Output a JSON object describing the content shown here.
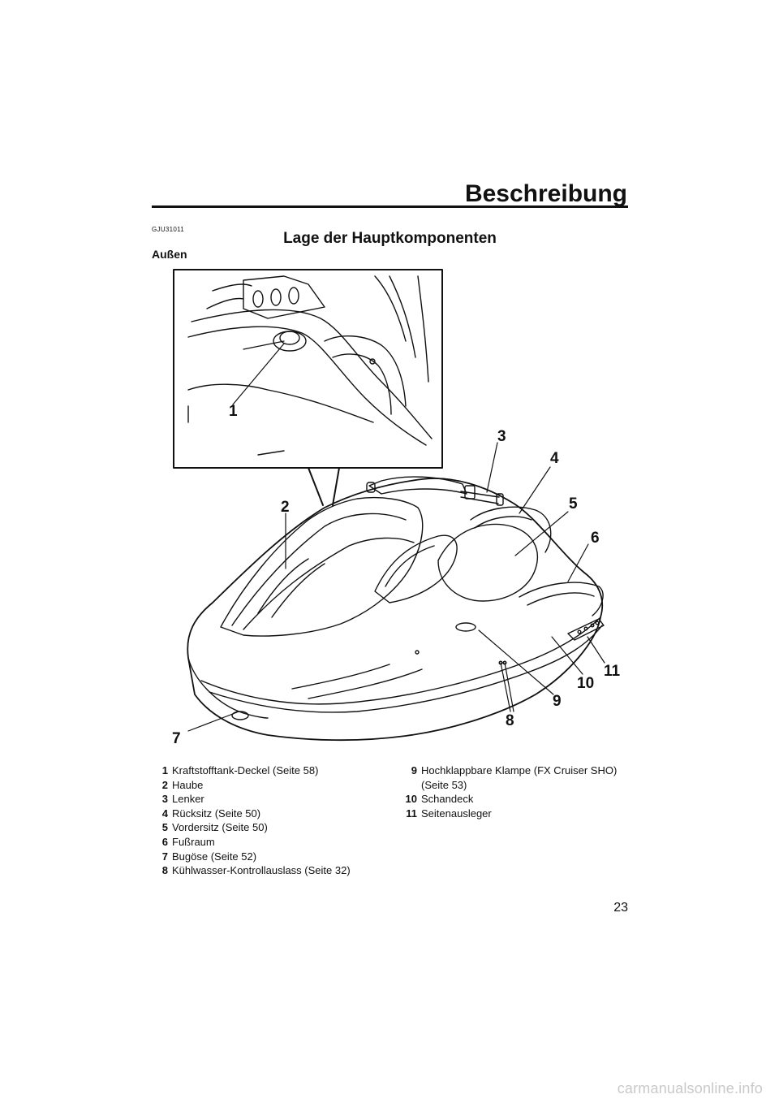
{
  "header": {
    "section_title": "Beschreibung"
  },
  "code": "GJU31011",
  "title": "Lage der Hauptkomponenten",
  "subhead": "Außen",
  "callouts": [
    "1",
    "2",
    "3",
    "4",
    "5",
    "6",
    "7",
    "8",
    "9",
    "10",
    "11"
  ],
  "legend": {
    "col1": [
      {
        "num": "1",
        "text": "Kraftstofftank-Deckel (Seite 58)"
      },
      {
        "num": "2",
        "text": "Haube"
      },
      {
        "num": "3",
        "text": "Lenker"
      },
      {
        "num": "4",
        "text": "Rücksitz (Seite 50)"
      },
      {
        "num": "5",
        "text": "Vordersitz (Seite 50)"
      },
      {
        "num": "6",
        "text": "Fußraum"
      },
      {
        "num": "7",
        "text": "Bugöse (Seite 52)"
      },
      {
        "num": "8",
        "text": "Kühlwasser-Kontrollauslass (Seite 32)"
      }
    ],
    "col2": [
      {
        "num": "9",
        "line1": "Hochklappbare Klampe (FX Cruiser SHO)",
        "line2": "(Seite 53)"
      },
      {
        "num": "10",
        "text": "Schandeck"
      },
      {
        "num": "11",
        "text": "Seitenausleger"
      }
    ]
  },
  "page_number": "23",
  "watermark": "carmanualsonline.info"
}
